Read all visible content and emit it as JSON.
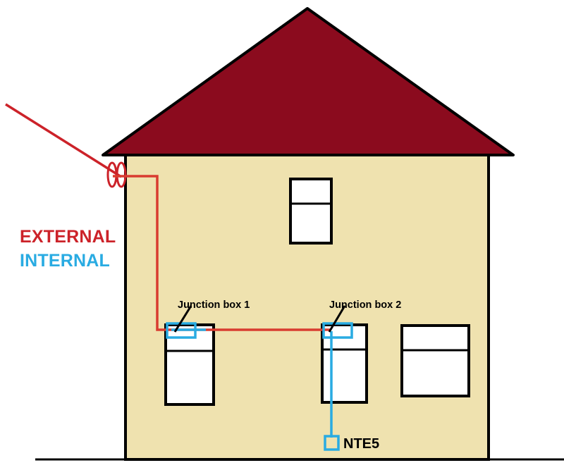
{
  "diagram": {
    "title": "House telephone cable routing diagram",
    "legend": {
      "external_label": "EXTERNAL",
      "internal_label": "INTERNAL",
      "external_color": "#CC2229",
      "internal_color": "#29ABE2"
    },
    "labels": {
      "junction_box_1": "Junction box 1",
      "junction_box_2": "Junction box 2",
      "nte5": "NTE5"
    },
    "colors": {
      "roof": "#8B0B1E",
      "wall": "#EFE2AF",
      "outline": "#000000",
      "window_fill": "#FFFFFF",
      "external_cable": "#D93C30",
      "internal_cable": "#29ABE2",
      "ground": "#000000"
    },
    "elements": {
      "roof_name": "house-roof",
      "wall_name": "house-wall",
      "ground_name": "ground-line",
      "drop_wire_name": "external-drop-wire",
      "coil_name": "cable-coil-icon",
      "window_upper_name": "upper-window",
      "window_lower_left_name": "lower-left-window",
      "window_lower_mid_name": "lower-middle-window",
      "window_lower_right_name": "lower-right-window"
    }
  }
}
